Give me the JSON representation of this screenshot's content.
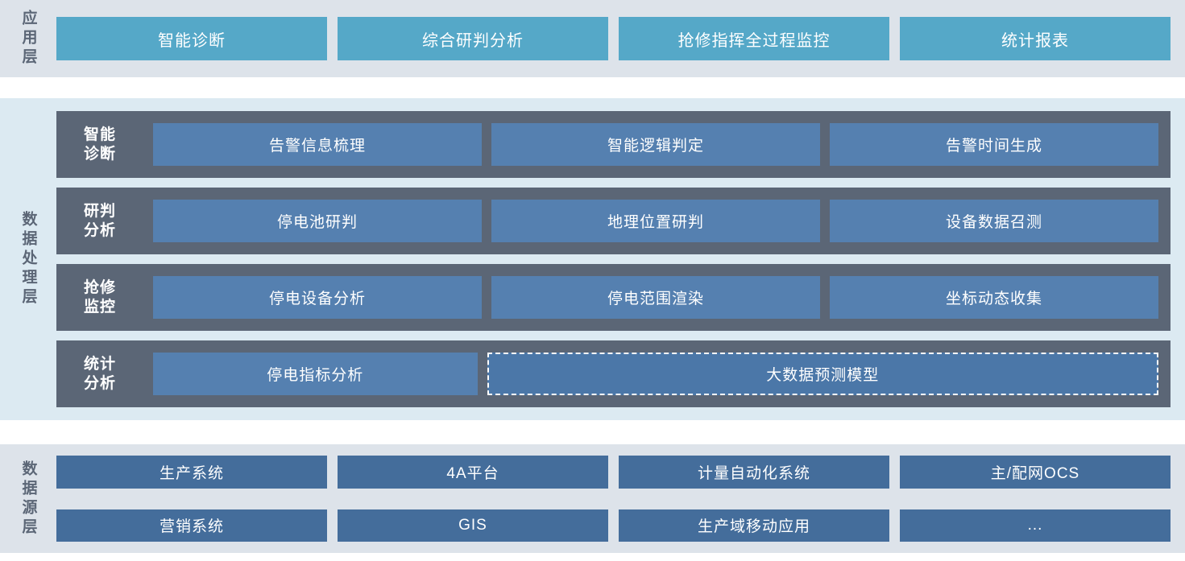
{
  "colors": {
    "app_band_bg": "#dde3ea",
    "app_box": "#55a8c8",
    "proc_band_bg": "#dceaf2",
    "proc_row": "#5b6676",
    "proc_cell": "#5580b0",
    "proc_cell_dashed": "#4b77a8",
    "src_band_bg": "#dde3ea",
    "src_box": "#446d9b",
    "label_text": "#5b6676",
    "box_text": "#ffffff",
    "page_bg": "#ffffff"
  },
  "application_layer": {
    "label": "应用层",
    "boxes": [
      {
        "label": "智能诊断"
      },
      {
        "label": "综合研判分析"
      },
      {
        "label": "抢修指挥全过程监控"
      },
      {
        "label": "统计报表"
      }
    ]
  },
  "data_processing_layer": {
    "label": "数据处理层",
    "rows": [
      {
        "label": "智能诊断",
        "label_line1": "智能",
        "label_line2": "诊断",
        "cells": [
          {
            "label": "告警信息梳理",
            "style": "solid"
          },
          {
            "label": "智能逻辑判定",
            "style": "solid"
          },
          {
            "label": "告警时间生成",
            "style": "solid"
          }
        ]
      },
      {
        "label": "研判分析",
        "label_line1": "研判",
        "label_line2": "分析",
        "cells": [
          {
            "label": "停电池研判",
            "style": "solid"
          },
          {
            "label": "地理位置研判",
            "style": "solid"
          },
          {
            "label": "设备数据召测",
            "style": "solid"
          }
        ]
      },
      {
        "label": "抢修监控",
        "label_line1": "抢修",
        "label_line2": "监控",
        "cells": [
          {
            "label": "停电设备分析",
            "style": "solid"
          },
          {
            "label": "停电范围渲染",
            "style": "solid"
          },
          {
            "label": "坐标动态收集",
            "style": "solid"
          }
        ]
      },
      {
        "label": "统计分析",
        "label_line1": "统计",
        "label_line2": "分析",
        "cells": [
          {
            "label": "停电指标分析",
            "style": "solid"
          },
          {
            "label": "大数据预测模型",
            "style": "dashed"
          }
        ]
      }
    ]
  },
  "data_source_layer": {
    "label": "数据源层",
    "rows": [
      [
        {
          "label": "生产系统"
        },
        {
          "label": "4A平台"
        },
        {
          "label": "计量自动化系统"
        },
        {
          "label": "主/配网OCS"
        }
      ],
      [
        {
          "label": "营销系统"
        },
        {
          "label": "GIS"
        },
        {
          "label": "生产域移动应用"
        },
        {
          "label": "..."
        }
      ]
    ]
  }
}
